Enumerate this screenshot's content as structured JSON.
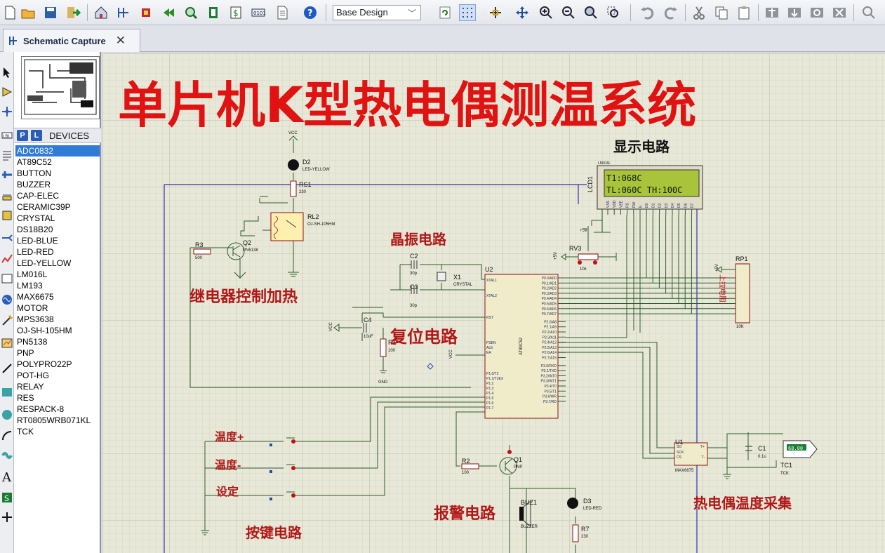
{
  "toolbar": {
    "design_select": "Base Design",
    "icons": [
      "new-file-icon",
      "open-folder-icon",
      "save-icon",
      "import-icon",
      "home-icon",
      "schematic-icon",
      "pcb-icon",
      "back-icon",
      "zoom-search-icon",
      "bom-icon",
      "dollar-icon",
      "binary-icon",
      "document-icon",
      "help-icon",
      "refresh-icon",
      "grid-icon",
      "origin-icon",
      "pan-icon",
      "zoom-in-icon",
      "zoom-out-icon",
      "zoom-all-icon",
      "zoom-area-icon",
      "undo-icon",
      "redo-icon",
      "cut-icon",
      "copy-icon",
      "paste-icon",
      "block-copy-icon",
      "block-move-icon",
      "block-rotate-icon",
      "block-delete-icon",
      "pick-device-icon"
    ]
  },
  "tab": {
    "label": "Schematic Capture",
    "close": "✕"
  },
  "device_panel": {
    "p_label": "P",
    "l_label": "L",
    "title": "DEVICES",
    "items": [
      "ADC0832",
      "AT89C52",
      "BUTTON",
      "BUZZER",
      "CAP-ELEC",
      "CERAMIC39P",
      "CRYSTAL",
      "DS18B20",
      "LED-BLUE",
      "LED-RED",
      "LED-YELLOW",
      "LM016L",
      "LM193",
      "MAX6675",
      "MOTOR",
      "MPS3638",
      "OJ-SH-105HM",
      "PN5138",
      "PNP",
      "POLYPRO22P",
      "POT-HG",
      "RELAY",
      "RES",
      "RESPACK-8",
      "RT0805WRB071KL",
      "TCK"
    ],
    "selected": "ADC0832"
  },
  "schematic": {
    "title": "单片机K型热电偶测温系统",
    "sections": {
      "display": "显示电路",
      "crystal": "晶振电路",
      "relay": "继电器控制加热",
      "reset": "复位电路",
      "keys": "按键电路",
      "alarm": "报警电路",
      "thermo": "热电偶温度采集"
    },
    "keys": {
      "temp_up": "温度+",
      "temp_down": "温度-",
      "set": "设定"
    },
    "lcd": {
      "line1": "T1:068C",
      "line2": "TL:060C TH:100C",
      "ref": "LCD1",
      "part": "LM016L"
    },
    "parts": {
      "vcc": "VCC",
      "d2": "D2",
      "d2_type": "LED-YELLOW",
      "rs1": "RS1",
      "rs1_val": "230",
      "rl2": "RL2",
      "rl2_type": "OJ-SH-105HM",
      "r3": "R3",
      "r3_val": "500",
      "q2": "Q2",
      "q2_type": "PN5138",
      "c2": "C2",
      "c2_val": "30p",
      "c3": "C3",
      "c3_val": "30p",
      "x1": "X1",
      "x1_type": "CRYSTAL",
      "c4": "C4",
      "c4_val": "10uF",
      "r1": "R1",
      "r1_val": "100",
      "gnd": "GND",
      "u2": "U2",
      "u2_type": "AT89C52",
      "rv3": "RV3",
      "rv3_val": "10k",
      "rp1": "RP1",
      "rp1_val": "10K",
      "rp1_label": "上拉电阻",
      "u1": "U1",
      "u1_type": "MAX6675",
      "c1": "C1",
      "c1_val": "0.1u",
      "tc1": "TC1",
      "tc1_type": "TCK",
      "tc1_reading": "68.00",
      "q1": "Q1",
      "q1_type": "PNP",
      "r2": "R2",
      "r2_val": "100",
      "buz1": "BUZ1",
      "buz1_type": "BUZZER",
      "d3": "D3",
      "d3_type": "LED-RED",
      "r7": "R7",
      "r7_val": "230",
      "p5v": "+5V"
    },
    "u2_pins_left": [
      "XTAL1",
      "XTAL2",
      "RST",
      "PSEN",
      "ALE",
      "EA",
      "P1.0/T2",
      "P1.1/T2EX",
      "P1.2",
      "P1.3",
      "P1.4",
      "P1.5",
      "P1.6",
      "P1.7"
    ],
    "u2_pins_right": [
      "P0.0/AD0",
      "P0.1/AD1",
      "P0.2/AD2",
      "P0.3/AD3",
      "P0.4/AD4",
      "P0.5/AD5",
      "P0.6/AD6",
      "P0.7/AD7",
      "P2.0/A8",
      "P2.1/A9",
      "P2.2/A10",
      "P2.3/A11",
      "P2.4/A12",
      "P2.5/A13",
      "P2.6/A14",
      "P2.7/A15",
      "P3.0/RXD",
      "P3.1/TXD",
      "P3.2/INT0",
      "P3.3/INT1",
      "P3.4/T0",
      "P3.5/T1",
      "P3.6/WR",
      "P3.7/RD"
    ],
    "u1_pins": [
      "SO",
      "SCK",
      "CS",
      "T+",
      "T-"
    ],
    "lcd_pins": [
      "VSS",
      "VDD",
      "VEE",
      "RS",
      "RW",
      "E",
      "D0",
      "D1",
      "D2",
      "D3",
      "D4",
      "D5",
      "D6",
      "D7"
    ]
  }
}
